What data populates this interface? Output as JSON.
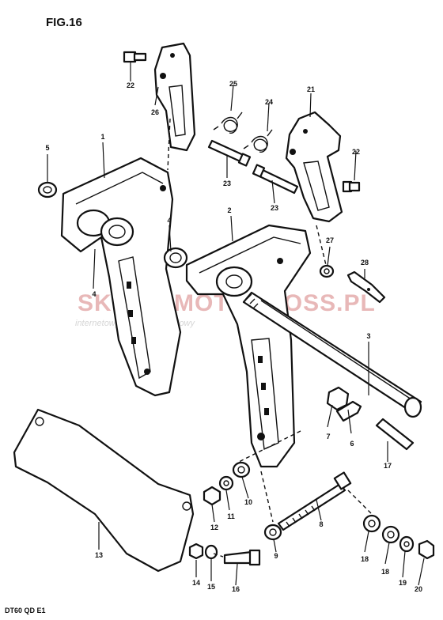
{
  "figure": {
    "title": "FIG.16",
    "model_code": "DT60 QD E1"
  },
  "watermark": {
    "brand_left": "SKLEP",
    "brand_right": "MOTOCROSS.PL",
    "tagline": "internetowy sklep motocyklowy"
  },
  "callouts": [
    "1",
    "2",
    "3",
    "4",
    "4",
    "5",
    "6",
    "7",
    "8",
    "9",
    "10",
    "11",
    "12",
    "13",
    "14",
    "15",
    "16",
    "17",
    "18",
    "18",
    "19",
    "20",
    "21",
    "22",
    "22",
    "23",
    "23",
    "24",
    "25",
    "26",
    "27",
    "28"
  ],
  "colors": {
    "ink": "#111111",
    "paper": "#ffffff",
    "watermark": "#e8b8b8"
  }
}
